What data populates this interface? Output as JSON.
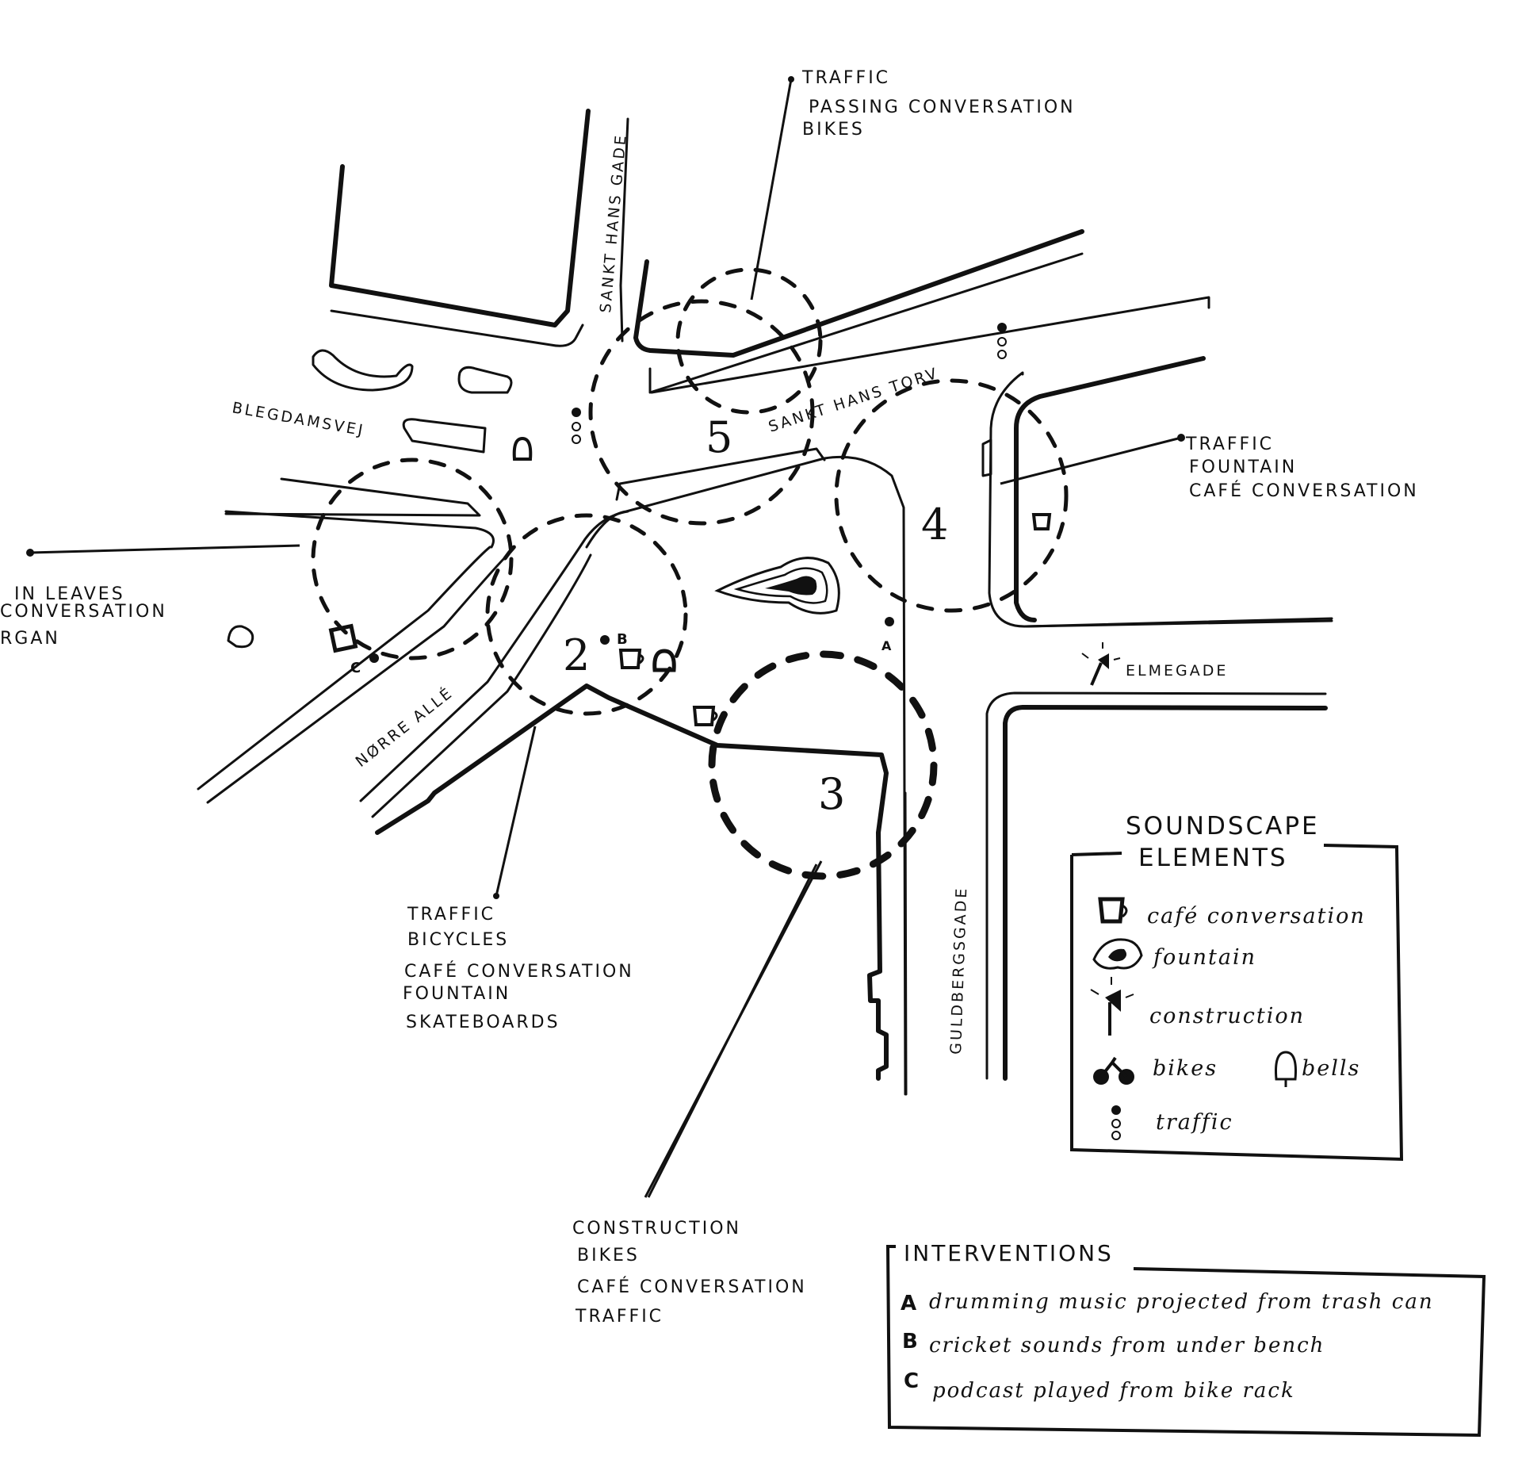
{
  "streets": {
    "sankt_hans_gade": "SANKT HANS GADE",
    "sankt_hans_torv": "SANKT HANS TORV",
    "blegdamsvej": "BLEGDAMSVEJ",
    "norre_alle": "NØRRE ALLÉ",
    "elmegade": "ELMEGADE",
    "guldbergsgade": "GULDBERGSGADE"
  },
  "zones": {
    "z2": "2",
    "z3": "3",
    "z4": "4",
    "z5": "5"
  },
  "annotations": {
    "north": [
      "TRAFFIC",
      "PASSING CONVERSATION",
      "BIKES"
    ],
    "east": [
      "TRAFFIC",
      "FOUNTAIN",
      "CAFÉ CONVERSATION"
    ],
    "west": [
      "IN LEAVES",
      "CONVERSATION",
      "RGAN"
    ],
    "south_center": [
      "TRAFFIC",
      "BICYCLES",
      "CAFÉ CONVERSATION",
      "FOUNTAIN",
      "SKATEBOARDS"
    ],
    "south": [
      "CONSTRUCTION",
      "BIKES",
      "CAFÉ CONVERSATION",
      "TRAFFIC"
    ]
  },
  "markers": {
    "a": "A",
    "b": "B",
    "c": "C"
  },
  "legend": {
    "title_line1": "SOUNDSCAPE",
    "title_line2": "ELEMENTS",
    "items": {
      "cafe": {
        "label": "café conversation",
        "icon": "cup-icon"
      },
      "fountain": {
        "label": "fountain",
        "icon": "fountain-icon"
      },
      "construction": {
        "label": "construction",
        "icon": "construction-icon"
      },
      "bikes": {
        "label": "bikes",
        "icon": "bike-icon"
      },
      "bells": {
        "label": "bells",
        "icon": "bell-icon"
      },
      "traffic": {
        "label": "traffic",
        "icon": "traffic-light-icon"
      }
    }
  },
  "interventions": {
    "title": "INTERVENTIONS",
    "items": [
      {
        "key": "A",
        "text": "drumming music projected from trash can"
      },
      {
        "key": "B",
        "text": "cricket sounds from under bench"
      },
      {
        "key": "C",
        "text": "podcast played from bike rack"
      }
    ]
  }
}
